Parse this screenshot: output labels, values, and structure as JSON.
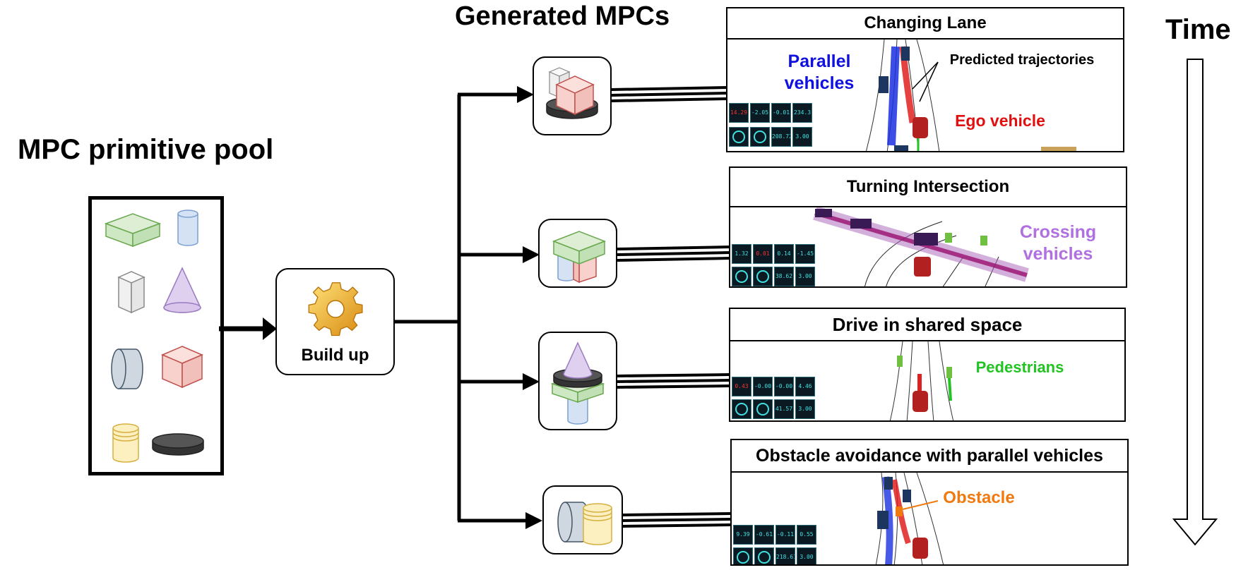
{
  "pool": {
    "title": "MPC primitive pool"
  },
  "builder": {
    "label": "Build up"
  },
  "generated": {
    "title": "Generated MPCs"
  },
  "time": {
    "label": "Time"
  },
  "panels": [
    {
      "title": "Changing Lane",
      "labels": {
        "parallel": "Parallel vehicles",
        "predicted": "Predicted trajectories",
        "ego": "Ego vehicle"
      },
      "tiles": [
        "14.29",
        "-2.05",
        "-0.01",
        "234.3",
        "208.72",
        "3.00"
      ]
    },
    {
      "title": "Turning Intersection",
      "labels": {
        "crossing": "Crossing vehicles"
      },
      "tiles": [
        "1.32",
        "0.01",
        "0.14",
        "-1.45",
        "38.62",
        "3.00"
      ]
    },
    {
      "title": "Drive in shared space",
      "labels": {
        "pedestrians": "Pedestrians"
      },
      "tiles": [
        "0.43",
        "-0.00",
        "-0.00",
        "4.46",
        "41.57",
        "3.00"
      ]
    },
    {
      "title": "Obstacle avoidance with parallel vehicles",
      "labels": {
        "obstacle": "Obstacle"
      },
      "tiles": [
        "9.39",
        "-0.61",
        "-0.11",
        "0.55",
        "218.61",
        "3.00"
      ]
    }
  ],
  "colors": {
    "parallel": "#1010e0",
    "ego": "#e01010",
    "crossing": "#b070e0",
    "pedestrians": "#22c322",
    "obstacle": "#f07a10",
    "box_green": "#cfe8c4",
    "cylinder_blue": "#d4e2f4",
    "cube_white": "#f4f4f4",
    "cone_purple": "#e0d0ef",
    "cylinder_grey": "#cfd8e0",
    "cube_red": "#f8d0cc",
    "cylinder_yellow": "#fcefc0",
    "disk_dark": "#505050"
  }
}
